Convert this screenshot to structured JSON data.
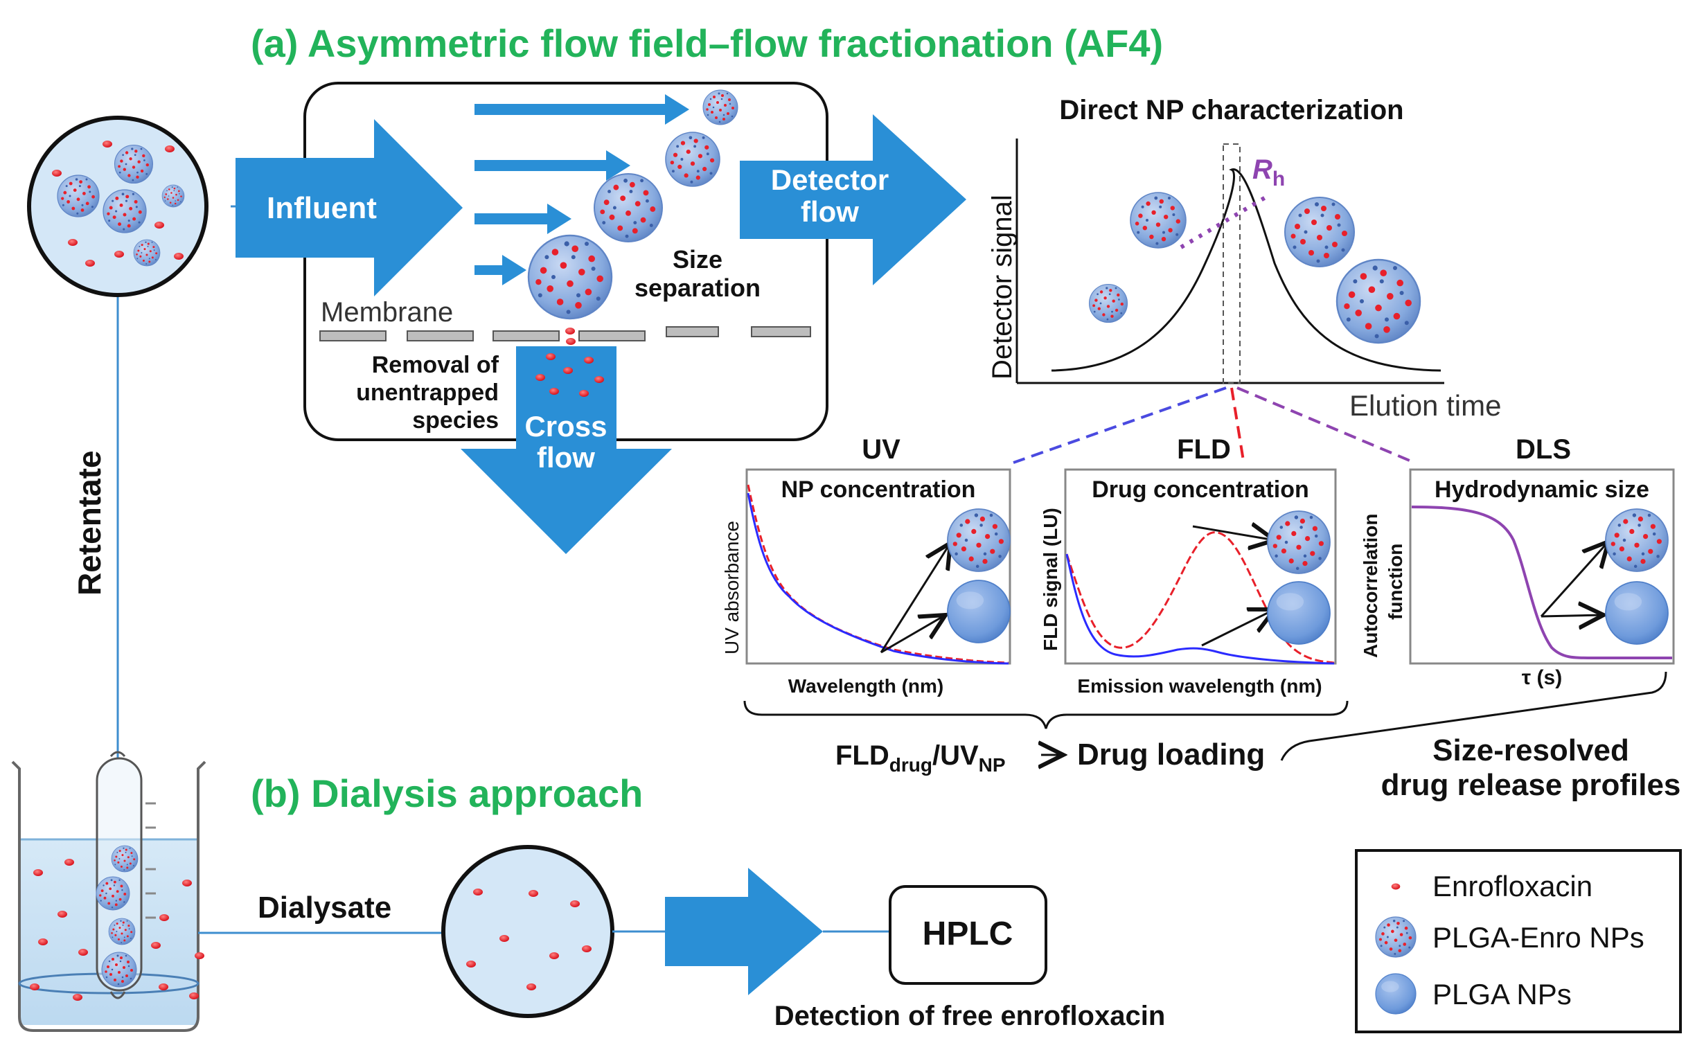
{
  "titles": {
    "a": "(a) Asymmetric flow field–flow fractionation (AF4)",
    "b": "(b) Dialysis approach"
  },
  "af4": {
    "influent": "Influent",
    "detector_flow_1": "Detector",
    "detector_flow_2": "flow",
    "size_sep_1": "Size",
    "size_sep_2": "separation",
    "membrane": "Membrane",
    "removal_1": "Removal of",
    "removal_2": "unentrapped",
    "removal_3": "species",
    "cross_1": "Cross",
    "cross_2": "flow",
    "retentate": "Retentate"
  },
  "characterization": {
    "title": "Direct NP characterization",
    "ylabel": "Detector signal",
    "xlabel": "Elution time",
    "rh": "R",
    "rh_sub": "h"
  },
  "detectors": {
    "uv": {
      "name": "UV",
      "title": "NP concentration",
      "ylabel": "UV absorbance",
      "xlabel": "Wavelength (nm)"
    },
    "fld": {
      "name": "FLD",
      "title": "Drug concentration",
      "ylabel": "FLD signal (LU)",
      "xlabel": "Emission wavelength (nm)"
    },
    "dls": {
      "name": "DLS",
      "title": "Hydrodynamic size",
      "ylabel_1": "Autocorrelation",
      "ylabel_2": "function",
      "xlabel": "τ (s)"
    }
  },
  "results": {
    "fld": "FLD",
    "drug_sub": "drug",
    "slash_uv": "/UV",
    "np_sub": "NP",
    "drug_loading": "Drug loading",
    "size_resolved_1": "Size-resolved",
    "size_resolved_2": "drug release profiles"
  },
  "dialysis": {
    "dialysate": "Dialysate",
    "hplc": "HPLC",
    "detection": "Detection of free enrofloxacin"
  },
  "legend": {
    "enro": "Enrofloxacin",
    "plga_enro": "PLGA-Enro NPs",
    "plga": "PLGA NPs"
  },
  "colors": {
    "arrow_blue": "#2a8fd6",
    "title_green": "#22b35a",
    "drug_red": "#e8202a",
    "np_blue": "#7fa7dc",
    "dls_purple": "#8e44b0",
    "uv_blue": "#3a3aff"
  }
}
